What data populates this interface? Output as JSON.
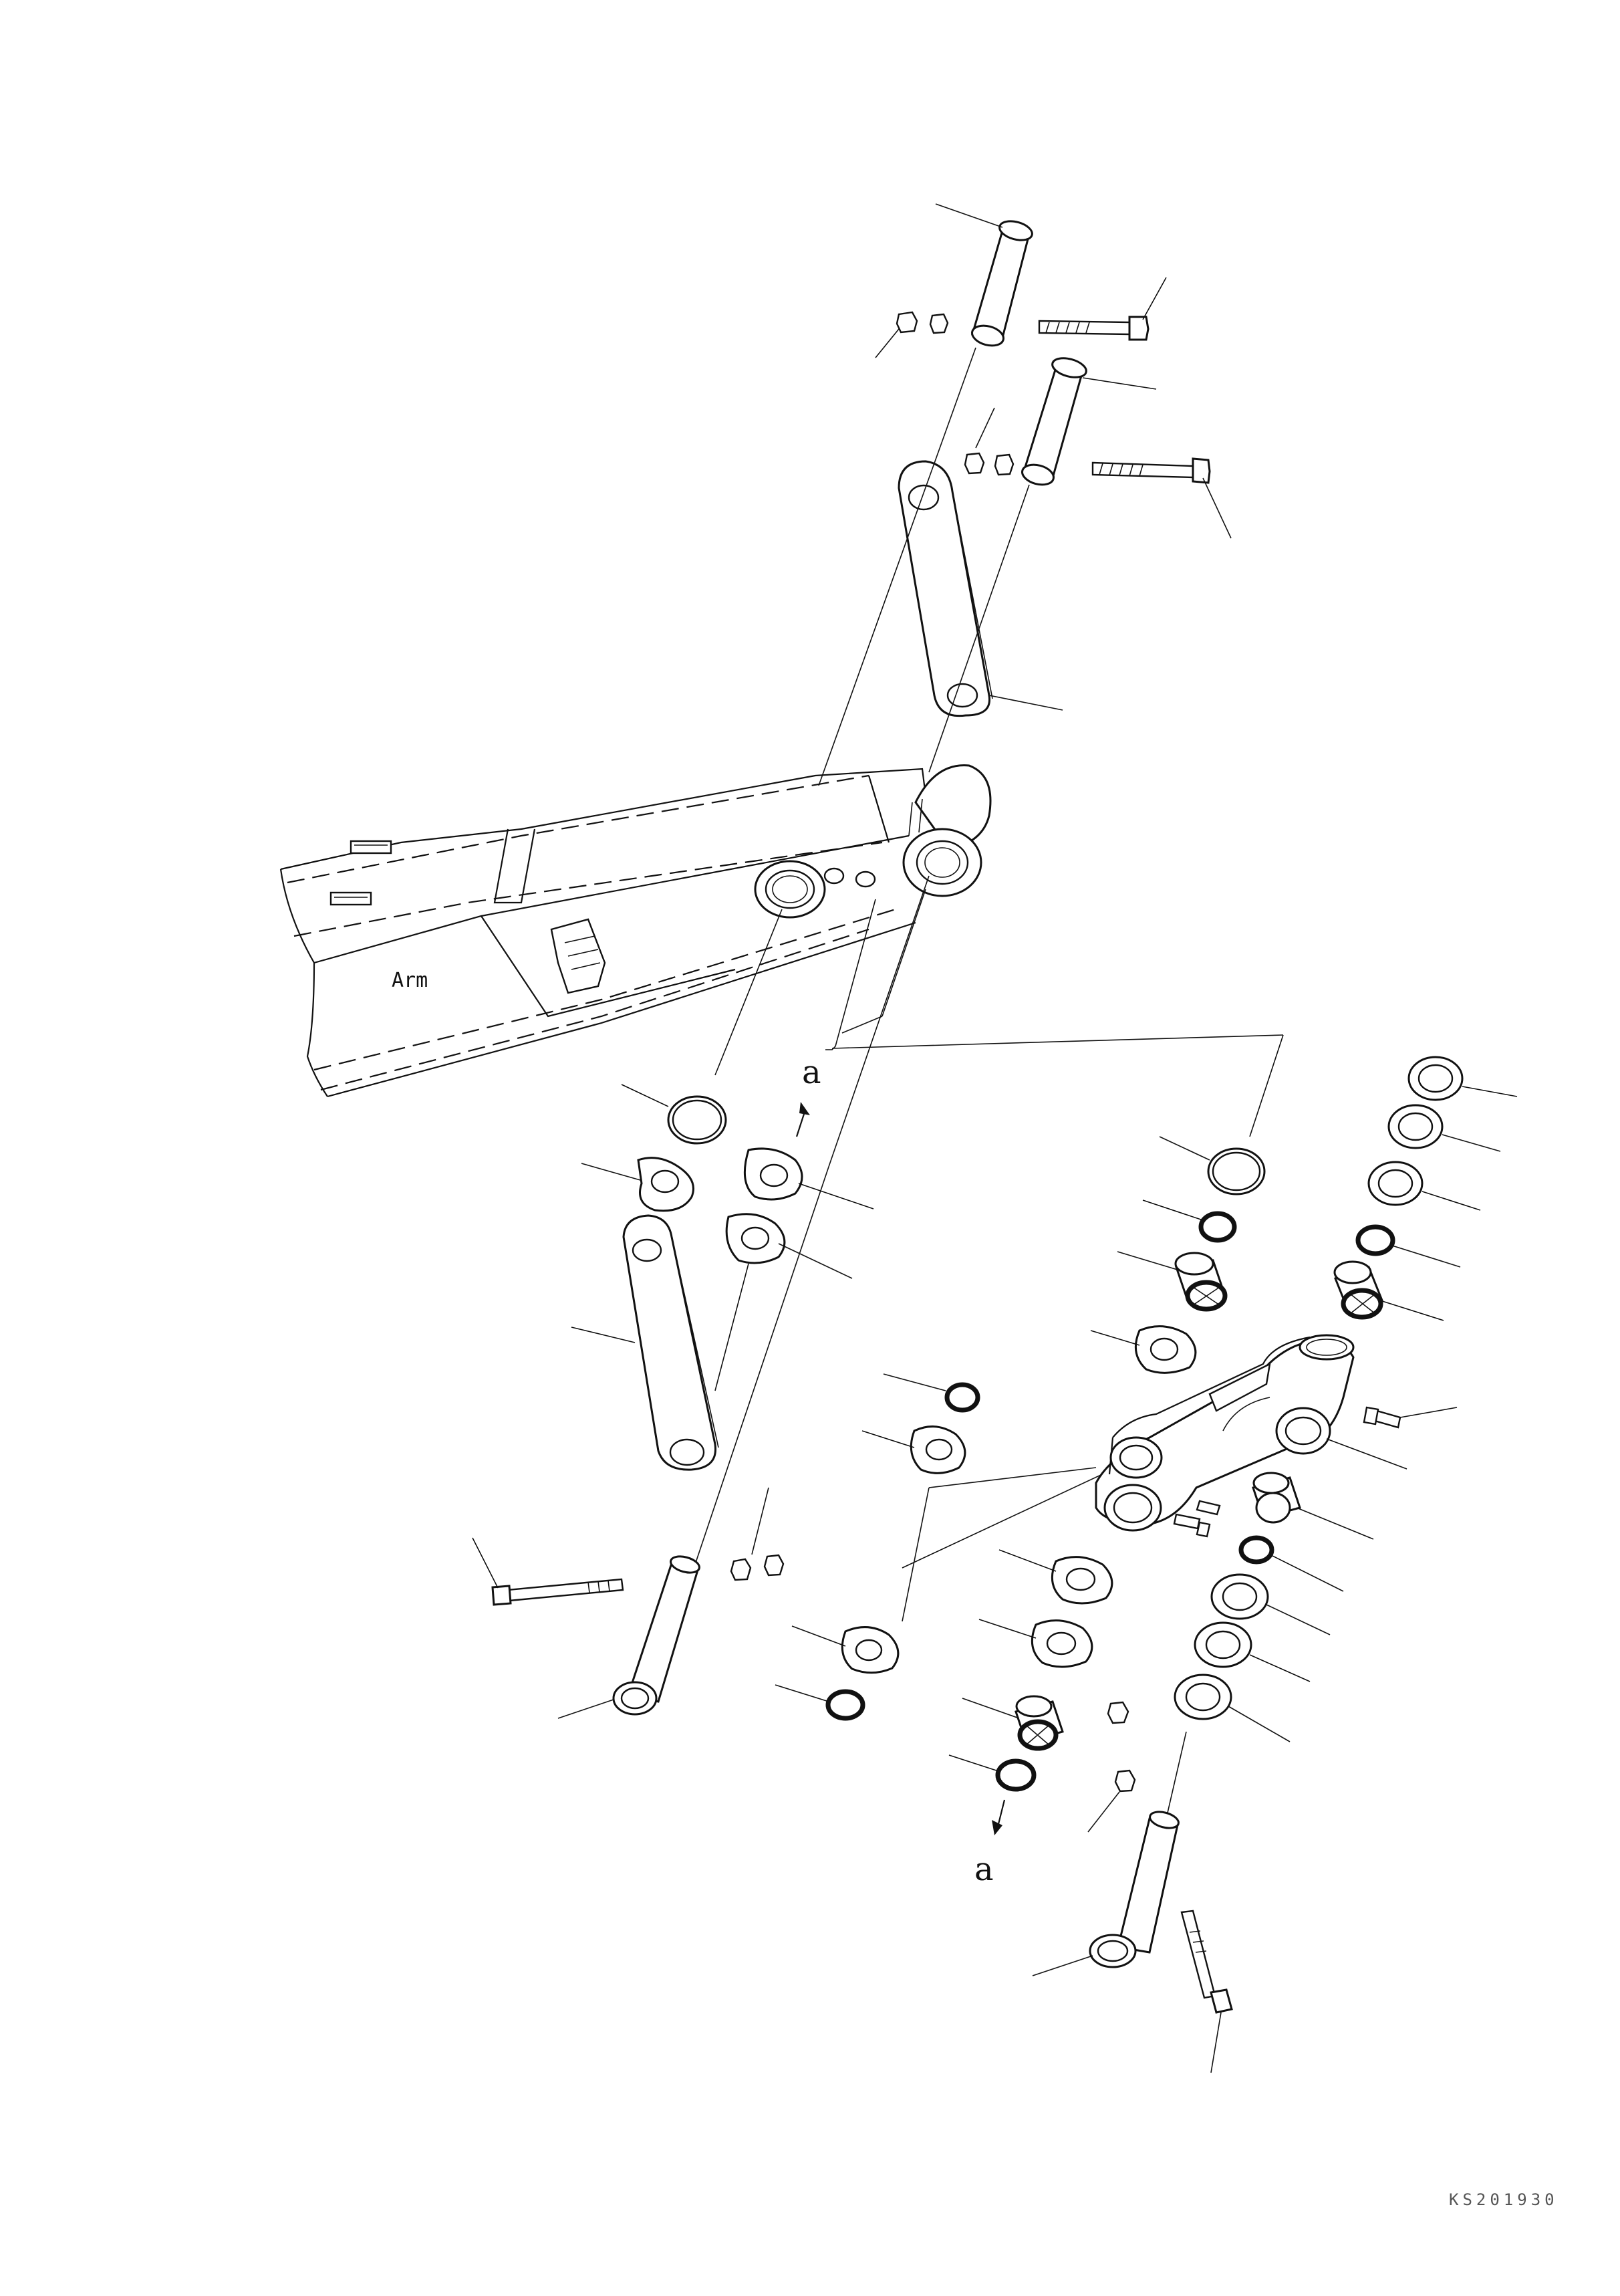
{
  "labels": {
    "arm": "Arm",
    "arrow_a_top": "a",
    "arrow_a_bottom": "a",
    "drawing_code": "KS201930"
  },
  "icons": {
    "arrow": "arrow-up-icon",
    "arrow_down": "arrow-down-icon"
  },
  "colors": {
    "line": "#111111",
    "background": "#ffffff"
  }
}
